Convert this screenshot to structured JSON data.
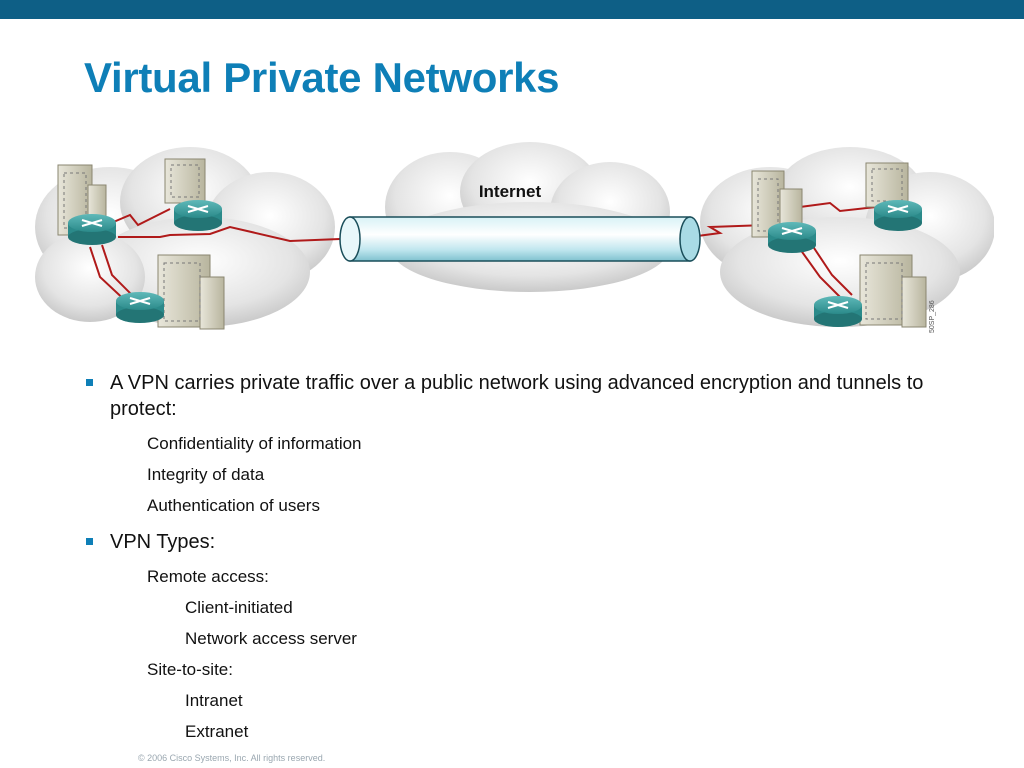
{
  "slide": {
    "title": "Virtual Private Networks",
    "footer": "© 2006 Cisco Systems, Inc. All rights reserved."
  },
  "diagram": {
    "cloud_label": "Internet",
    "figure_id": "50SP_286"
  },
  "content": {
    "bullet1": "A VPN carries private traffic over a public network using advanced encryption and tunnels to protect:",
    "bullet1_items": [
      "Confidentiality of information",
      "Integrity of data",
      "Authentication of users"
    ],
    "bullet2": "VPN Types:",
    "remote_access": "Remote access:",
    "remote_access_items": [
      "Client-initiated",
      "Network access server"
    ],
    "site_to_site": "Site-to-site:",
    "site_to_site_items": [
      "Intranet",
      "Extranet"
    ]
  },
  "colors": {
    "top_bar": "#0e5f86",
    "title": "#0e7fb7",
    "bullet_square": "#0e7fb7",
    "router": "#2f8f8f",
    "link": "#b01a1a"
  }
}
